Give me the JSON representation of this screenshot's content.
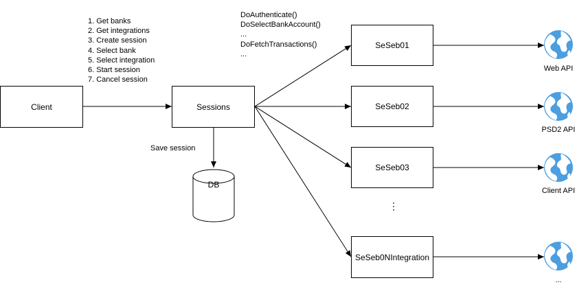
{
  "client": {
    "label": "Client"
  },
  "sessions": {
    "label": "Sessions",
    "steps": [
      "1. Get banks",
      "2. Get integrations",
      "3. Create session",
      "4. Select bank",
      "5. Select integration",
      "6. Start session",
      "7. Cancel session"
    ],
    "save_label": "Save session"
  },
  "db": {
    "label": "DB"
  },
  "calls": [
    "DoAuthenticate()",
    "DoSelectBankAccount()",
    "...",
    "DoFetchTransactions()",
    "..."
  ],
  "workers": [
    {
      "label": "SeSeb01",
      "api": "Web API"
    },
    {
      "label": "SeSeb02",
      "api": "PSD2 API"
    },
    {
      "label": "SeSeb03",
      "api": "Client API"
    },
    {
      "label": "SeSeb0NIntegration",
      "api": "..."
    }
  ],
  "ellipsis": "⋮",
  "colors": {
    "globe": "#4b9ee0",
    "stroke": "#000000"
  },
  "icons": {
    "api": "globe-icon"
  }
}
